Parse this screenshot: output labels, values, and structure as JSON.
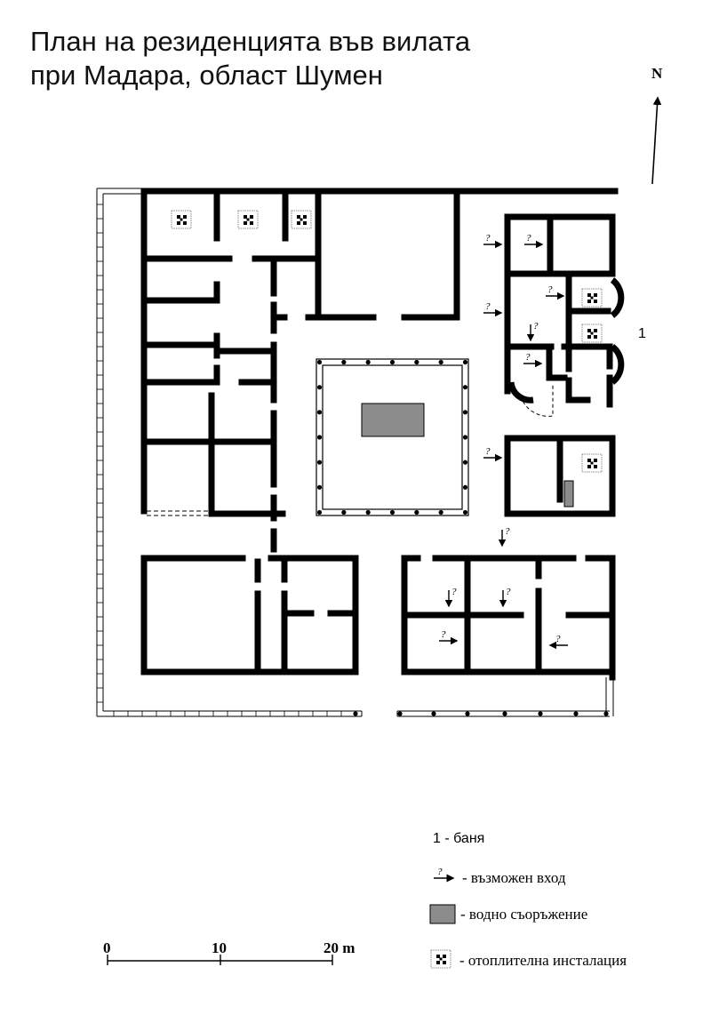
{
  "title_line1": "План на резиденцията във вилата",
  "title_line2": "при Мадара, област Шумен",
  "north_label": "N",
  "bath_marker": "1",
  "question_mark": "?",
  "legend": {
    "bath": "1 - баня",
    "entrance": "- възможен вход",
    "water": "- водно съоръжение",
    "heating": "- отоплителна инсталация"
  },
  "scale": {
    "labels": [
      "0",
      "10",
      "20 m"
    ]
  },
  "colors": {
    "wall": "#000000",
    "water": "#8c8c8c",
    "colonnade": "#555555"
  }
}
